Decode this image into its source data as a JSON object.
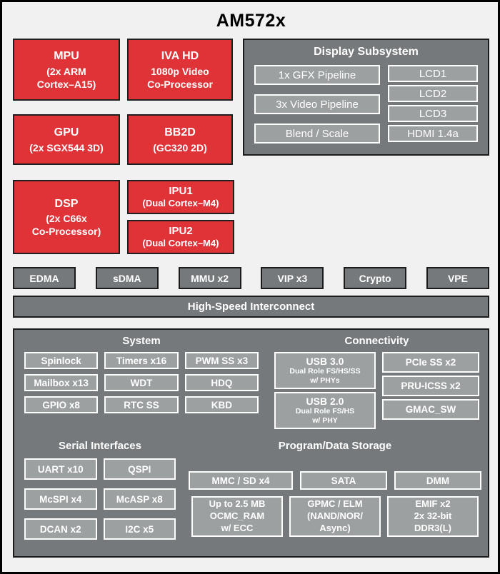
{
  "title": "AM572x",
  "colors": {
    "red": "#df3338",
    "gray": "#76797b",
    "subblock_gray": "#9da0a1",
    "background": "#f1f1f2",
    "text": "#ffffff"
  },
  "processors": {
    "mpu": {
      "title": "MPU",
      "sub": "(2x ARM\nCortex–A15)"
    },
    "iva": {
      "title": "IVA HD",
      "sub": "1080p Video\nCo-Processor"
    },
    "gpu": {
      "title": "GPU",
      "sub": "(2x SGX544 3D)"
    },
    "bb2d": {
      "title": "BB2D",
      "sub": "(GC320 2D)"
    },
    "dsp": {
      "title": "DSP",
      "sub": "(2x C66x\nCo-Processor)"
    },
    "ipu1": {
      "title": "IPU1",
      "sub": "(Dual Cortex–M4)"
    },
    "ipu2": {
      "title": "IPU2",
      "sub": "(Dual Cortex–M4)"
    }
  },
  "display_subsystem": {
    "title": "Display Subsystem",
    "pipelines": [
      "1x GFX Pipeline",
      "3x Video Pipeline",
      "Blend / Scale"
    ],
    "outputs": [
      "LCD1",
      "LCD2",
      "LCD3",
      "HDMI 1.4a"
    ]
  },
  "dma_row": {
    "items": [
      "EDMA",
      "sDMA",
      "MMU x2",
      "VIP x3",
      "Crypto",
      "VPE"
    ]
  },
  "interconnect": {
    "label": "High-Speed Interconnect"
  },
  "system": {
    "title": "System",
    "items": [
      "Spinlock",
      "Timers x16",
      "PWM SS x3",
      "Mailbox x13",
      "WDT",
      "HDQ",
      "GPIO x8",
      "RTC SS",
      "KBD"
    ]
  },
  "connectivity": {
    "title": "Connectivity",
    "usb": [
      {
        "title": "USB 3.0",
        "sub": "Dual Role FS/HS/SS\nw/ PHYs"
      },
      {
        "title": "USB 2.0",
        "sub": "Dual Role FS/HS\nw/ PHY"
      }
    ],
    "items": [
      "PCIe SS x2",
      "PRU-ICSS x2",
      "GMAC_SW"
    ]
  },
  "serial": {
    "title": "Serial Interfaces",
    "items": [
      "UART x10",
      "QSPI",
      "McSPI x4",
      "McASP x8",
      "DCAN x2",
      "I2C x5"
    ]
  },
  "storage": {
    "title": "Program/Data Storage",
    "row1": [
      "MMC / SD x4",
      "SATA",
      "DMM"
    ],
    "row2": [
      "Up to 2.5 MB\nOCMC_RAM\nw/ ECC",
      "GPMC / ELM\n(NAND/NOR/\nAsync)",
      "EMIF x2\n2x 32-bit\nDDR3(L)"
    ]
  }
}
